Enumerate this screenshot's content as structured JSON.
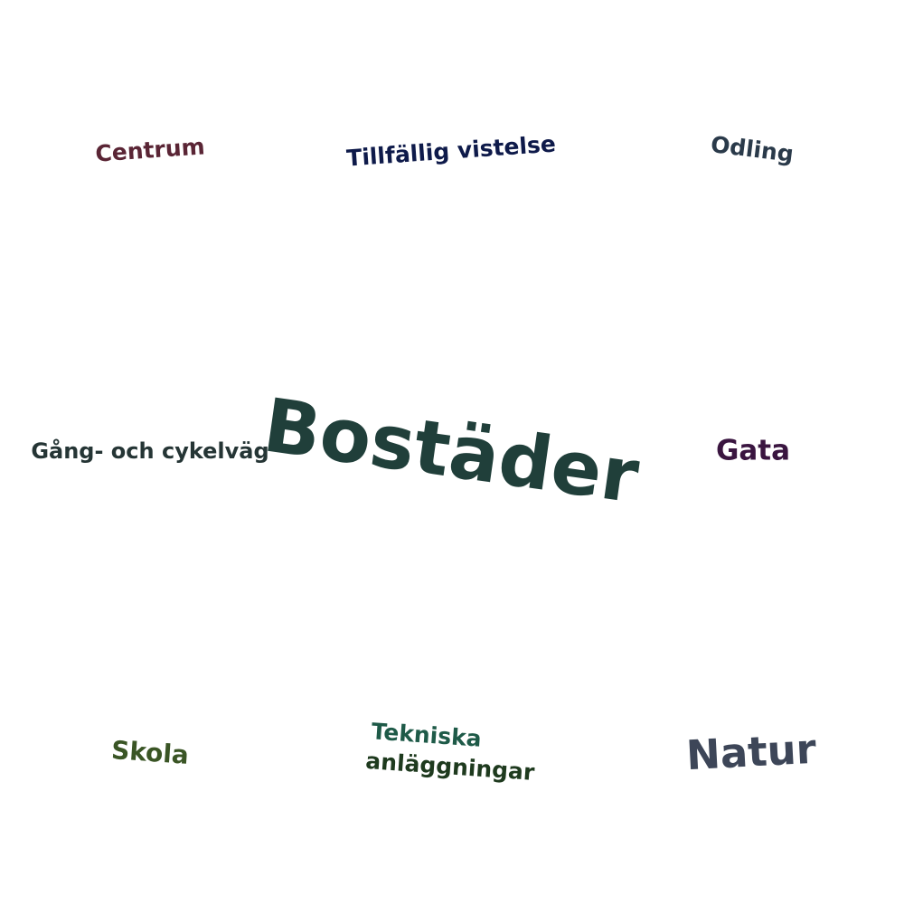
{
  "words": {
    "centrum": {
      "text": "Centrum",
      "color": "#5a2535"
    },
    "tillfallig": {
      "text": "Tillfällig vistelse",
      "color": "#0e1a4a"
    },
    "odling": {
      "text": "Odling",
      "color": "#2a3a4a"
    },
    "gang": {
      "text": "Gång- och cykelväg",
      "color": "#253535"
    },
    "bostader": {
      "text": "Bostäder",
      "color": "#203f3a"
    },
    "gata": {
      "text": "Gata",
      "color": "#3a1540"
    },
    "skola": {
      "text": "Skola",
      "color": "#3a5525"
    },
    "tekniska": {
      "line1": "Tekniska",
      "line2": "anläggningar",
      "color1": "#1e5a48",
      "color2": "#1e3a1e"
    },
    "natur": {
      "text": "Natur",
      "color": "#3d4658"
    }
  }
}
